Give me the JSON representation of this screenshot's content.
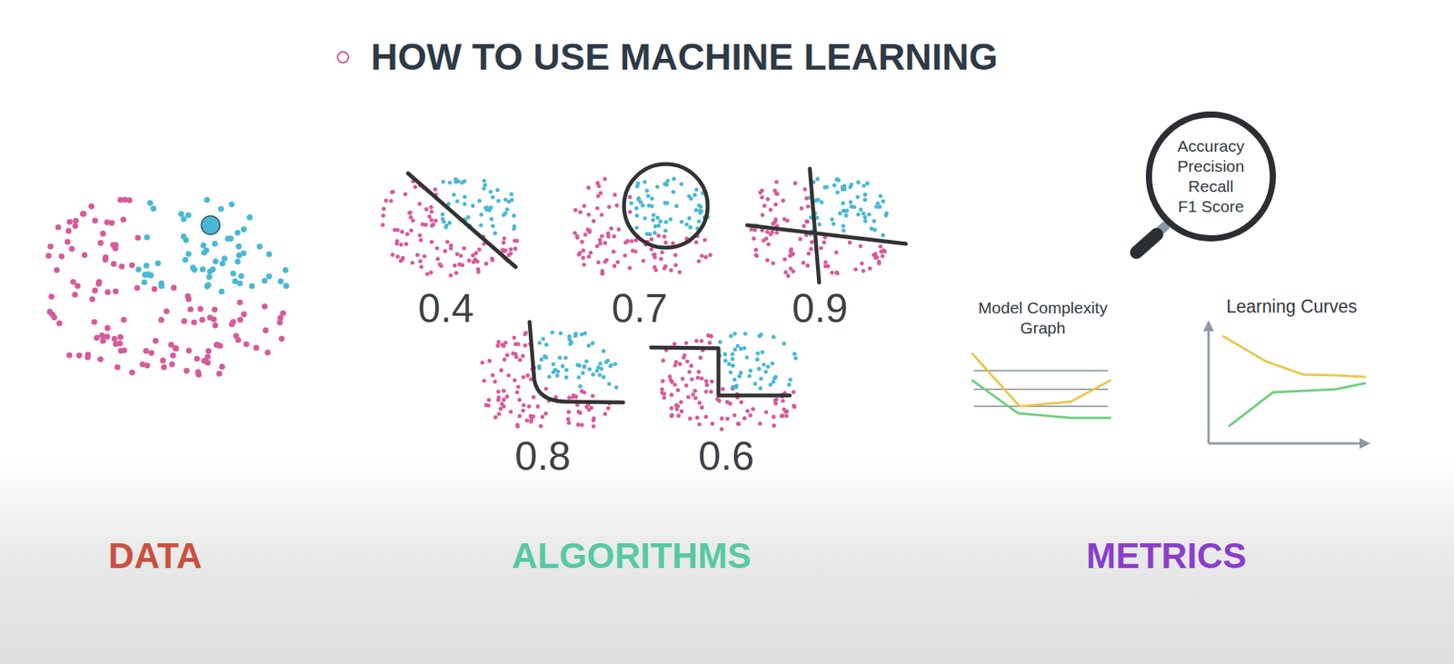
{
  "diagram": {
    "title": "HOW TO USE MACHINE LEARNING",
    "nodes": [
      {
        "text": [
          "Accuracy",
          "Precision",
          "Recall",
          "F1 Score"
        ]
      }
    ],
    "labels": [
      "0.4",
      "0.7",
      "0.9",
      "0.8",
      "0.6",
      "Model Complexity Graph",
      "Learning Curves",
      "DATA",
      "ALGORITHMS",
      "METRICS"
    ]
  }
}
